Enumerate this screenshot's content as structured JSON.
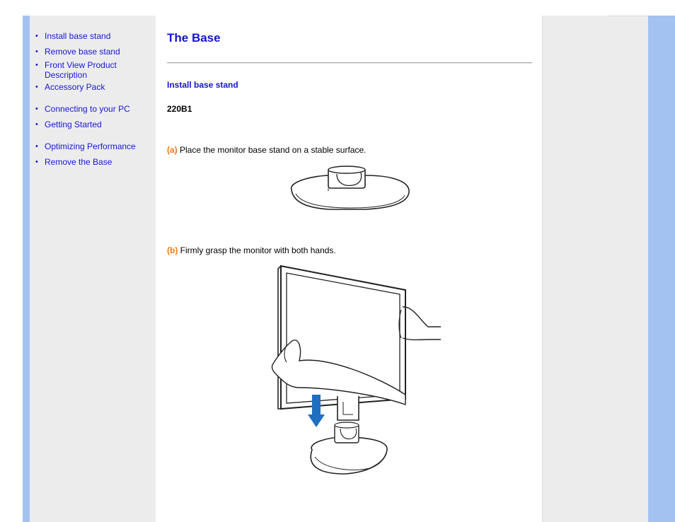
{
  "nav": {
    "items": [
      {
        "label": "Install base stand"
      },
      {
        "label": "Remove base stand"
      },
      {
        "label": "Front View Product Description"
      },
      {
        "label": "Accessory Pack"
      },
      {
        "label": "Connecting to your PC"
      },
      {
        "label": "Getting Started"
      },
      {
        "label": "Optimizing Performance"
      },
      {
        "label": "Remove the Base"
      }
    ]
  },
  "content": {
    "title": "The Base",
    "section_heading": "Install base stand",
    "model": "220B1",
    "steps": [
      {
        "marker": "(a)",
        "text": " Place the monitor base stand on a stable surface."
      },
      {
        "marker": "(b)",
        "text": " Firmly grasp the monitor with both hands."
      }
    ]
  },
  "colors": {
    "link": "#1717d8",
    "heading": "#1414d4",
    "step_marker": "#f07818",
    "side_bar_blue": "#a3c2f2",
    "panel_gray": "#ececec",
    "arrow_blue": "#1f6fc0"
  }
}
